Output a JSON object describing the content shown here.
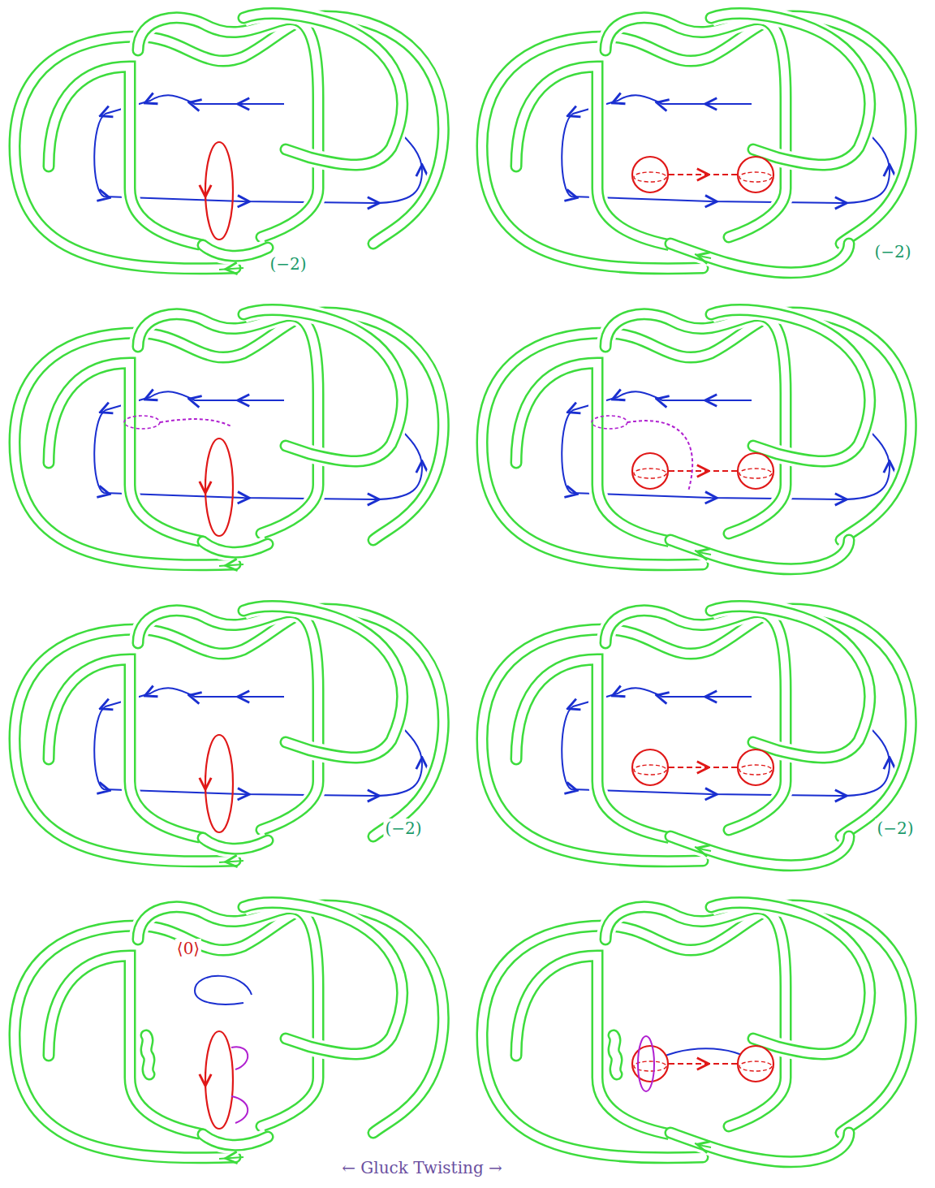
{
  "diagram": {
    "labels": [
      "(−2)",
      "(−2)",
      "(−2)",
      "(−2)",
      "⟨0⟩",
      "← Gluck Twisting →"
    ]
  }
}
